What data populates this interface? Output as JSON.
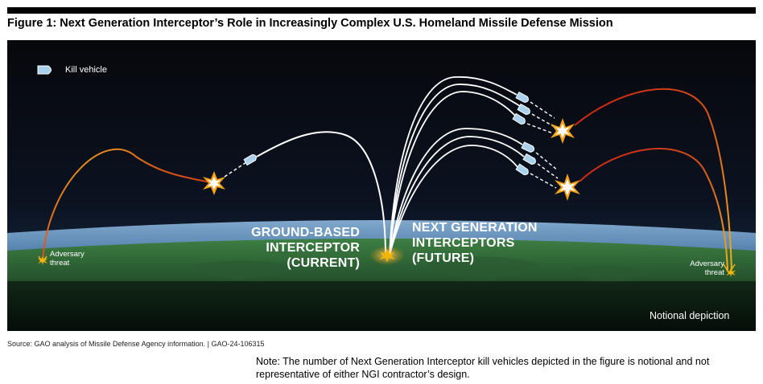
{
  "figure": {
    "title": "Figure 1: Next Generation Interceptor’s Role in Increasingly Complex U.S. Homeland Missile Defense Mission"
  },
  "legend": {
    "label": "Kill vehicle",
    "icon": "kill-vehicle-icon"
  },
  "labels": {
    "gbi": [
      "GROUND-BASED",
      "INTERCEPTOR",
      "(CURRENT)"
    ],
    "ngi": [
      "NEXT GENERATION",
      "INTERCEPTORS",
      "(FUTURE)"
    ],
    "threat_left": [
      "Adversary",
      "threat"
    ],
    "threat_right": [
      "Adversary",
      "threat"
    ],
    "notional": "Notional depiction"
  },
  "colors": {
    "background": "#050608",
    "interceptor_trail": "#ffffff",
    "threat_trail_start": "#c81e14",
    "threat_trail_end": "#f2b01e",
    "earth_green": "#2f6b35",
    "atmosphere_blue": "#5b8fc0",
    "launch_burst": "#f5b400",
    "intercept_burst": "#f6a21a"
  },
  "footer": {
    "source": "Source: GAO analysis of Missile Defense Agency information.  |  GAO-24-106315",
    "note": "Note: The number of Next Generation Interceptor kill vehicles depicted in the figure is notional and not representative of either NGI contractor’s design."
  }
}
